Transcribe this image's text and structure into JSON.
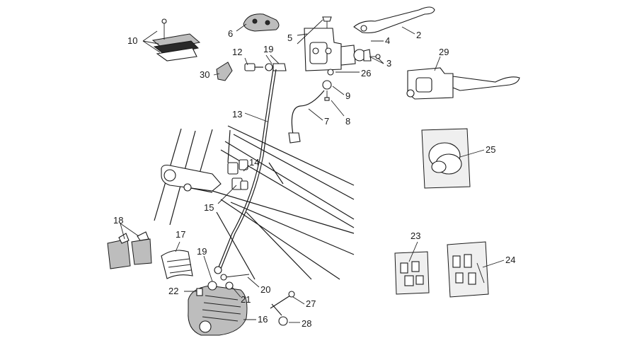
{
  "callouts": [
    {
      "id": "c1",
      "label": "10"
    },
    {
      "id": "c2",
      "label": "6"
    },
    {
      "id": "c3",
      "label": "12"
    },
    {
      "id": "c4",
      "label": "19"
    },
    {
      "id": "c5",
      "label": "5"
    },
    {
      "id": "c6",
      "label": "4"
    },
    {
      "id": "c7",
      "label": "2"
    },
    {
      "id": "c8",
      "label": "3"
    },
    {
      "id": "c9",
      "label": "26"
    },
    {
      "id": "c10",
      "label": "29"
    },
    {
      "id": "c11",
      "label": "30"
    },
    {
      "id": "c12",
      "label": "9"
    },
    {
      "id": "c13",
      "label": "8"
    },
    {
      "id": "c14",
      "label": "7"
    },
    {
      "id": "c15",
      "label": "13"
    },
    {
      "id": "c16",
      "label": "25"
    },
    {
      "id": "c17",
      "label": "14"
    },
    {
      "id": "c18",
      "label": "15"
    },
    {
      "id": "c19",
      "label": "18"
    },
    {
      "id": "c20",
      "label": "17"
    },
    {
      "id": "c21",
      "label": "23"
    },
    {
      "id": "c22",
      "label": "24"
    },
    {
      "id": "c23",
      "label": "19"
    },
    {
      "id": "c24",
      "label": "20"
    },
    {
      "id": "c25",
      "label": "22"
    },
    {
      "id": "c26",
      "label": "21"
    },
    {
      "id": "c27",
      "label": "27"
    },
    {
      "id": "c28",
      "label": "16"
    },
    {
      "id": "c29",
      "label": "28"
    }
  ]
}
